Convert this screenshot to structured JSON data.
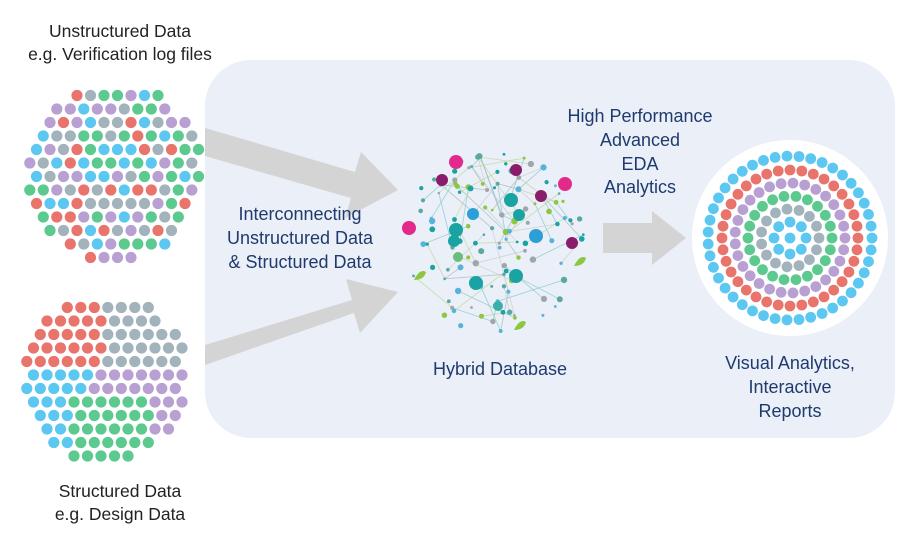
{
  "labels": {
    "unstructured": {
      "line1": "Unstructured Data",
      "line2": "e.g. Verification log files"
    },
    "structured": {
      "line1": "Structured Data",
      "line2": "e.g. Design Data"
    },
    "interconnecting": {
      "line1": "Interconnecting",
      "line2": "Unstructured Data",
      "line3": "& Structured Data"
    },
    "analytics": {
      "line1": "High Performance",
      "line2": "Advanced",
      "line3": "EDA",
      "line4": "Analytics"
    },
    "hybrid_db": "Hybrid Database",
    "visual": {
      "line1": "Visual Analytics,",
      "line2": "Interactive",
      "line3": "Reports"
    }
  },
  "colors": {
    "panel": "#eaeff8",
    "arrow": "#d4d4d4",
    "text_blue": "#1f3b6e",
    "dot_red": "#e8746c",
    "dot_green": "#5cc98f",
    "dot_blue": "#5cc7f0",
    "dot_purple": "#b9a0d3",
    "dot_gray": "#a3b3bc",
    "net_magenta": "#e32a8b",
    "net_purple": "#8b1b6b",
    "net_teal": "#1aa3a3",
    "net_lime": "#8dc63f"
  },
  "icons": [
    "unstructured-dot-cloud",
    "structured-dot-cloud",
    "network-graph",
    "concentric-rings"
  ]
}
